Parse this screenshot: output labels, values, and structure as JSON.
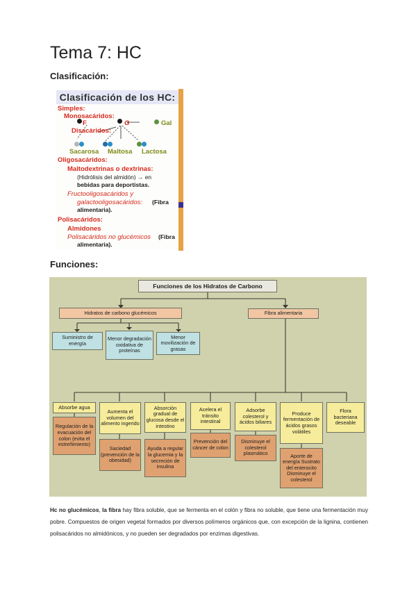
{
  "page": {
    "title": "Tema 7: HC"
  },
  "sections": {
    "clasificacion": "Clasificación:",
    "funciones": "Funciones:"
  },
  "clasificacion_image": {
    "header": "Clasificación de los HC:",
    "simples": "Simples:",
    "monosacaridos": "Monosacáridos:",
    "F": "F",
    "G": "G",
    "Gal": "Gal",
    "disacaridos": "Disacáridos:",
    "sacarosa": "Sacarosa",
    "maltosa": "Maltosa",
    "lactosa": "Lactosa",
    "oligosacaridos": "Oligosacáridos:",
    "maltodextrinas": "Maltodextrinas o dextrinas:",
    "hidrolisis": "(Hidrólisis del almidón) → en",
    "bebidas": "bebidas para deportistas.",
    "fructo": "Fructooligosacáridos y",
    "galacto": "galactooligosacáridos:",
    "fibra1": "(Fibra",
    "alimentaria1": "alimentaria).",
    "polisacaridos": "Polisacáridos:",
    "almidones": "Almidones",
    "polisac_no_gluc": "Polisacáridos no glucémicos",
    "fibra2": "(Fibra",
    "alimentaria2": "alimentaria)."
  },
  "funciones_image": {
    "title": "Funciones de los Hidratos de Carbono",
    "glucemicos": "Hidratos de carbono glucémicos",
    "fibra": "Fibra alimentaria",
    "suministro": "Suministro de energía",
    "menor_degradacion": "Menor degradación oxidativa de proteínas",
    "menor_movilizacion": "Menor movilización de grasas",
    "absorbe_agua": "Absorbe agua",
    "regulacion": "Regulación de la evacuación del colon (evita el estreñimiento)",
    "aumenta_volumen": "Aumenta el volumen del alimento ingerido",
    "saciedad": "Saciedad (prevención de la obesidad)",
    "absorcion_gradual": "Absorción gradual de glucosa desde el intestino",
    "ayuda_regular": "Ayuda a regular la glucemia y la secreción de insulina",
    "acelera": "Acelera el tránsito intestinal",
    "prevencion_cancer": "Prevención del cáncer de colon",
    "adsorbe": "Adsorbe colesterol y ácidos biliares",
    "disminuye_colesterol": "Disminuye el colesterol plasmático",
    "produce": "Produce fermentación de ácidos grasos volátiles",
    "aporte": "Aporte de energía Sustrato del enterocito Disminuye el colesterol",
    "flora": "Flora bacteriana deseable"
  },
  "paragraph": {
    "bold1": "Hc no glucémicos",
    "sep": ", ",
    "bold2": "la fibra",
    "rest": " hay fibra soluble, que se fermenta en el colón y fibra no soluble, que tiene una fermentación muy pobre. Compuestos de origen vegetal formados por diversos polímeros orgánicos que, con excepción de la lignina, contienen polisacáridos no almidónicos, y no pueden ser degradados por enzimas digestivas."
  },
  "colors": {
    "red": "#d62a1d",
    "olive": "#7e8a18",
    "diagram_bg": "#cfd2ac"
  }
}
